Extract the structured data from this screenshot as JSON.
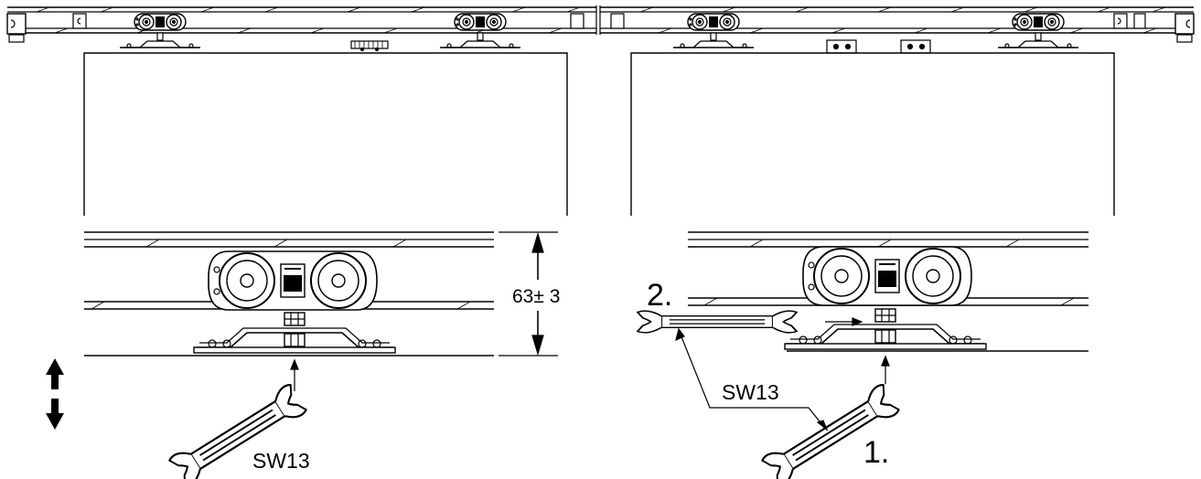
{
  "labels": {
    "dimension": "63± 3",
    "wrench_left": "SW13",
    "wrench_right": "SW13",
    "step_1": "1.",
    "step_2": "2."
  },
  "colors": {
    "line": "#000000",
    "background": "#ffffff"
  },
  "icons": {
    "up_down_arrow": "double-arrow-vertical-icon",
    "wrench": "open-end-wrench-icon",
    "roller": "roller-carriage-icon"
  }
}
